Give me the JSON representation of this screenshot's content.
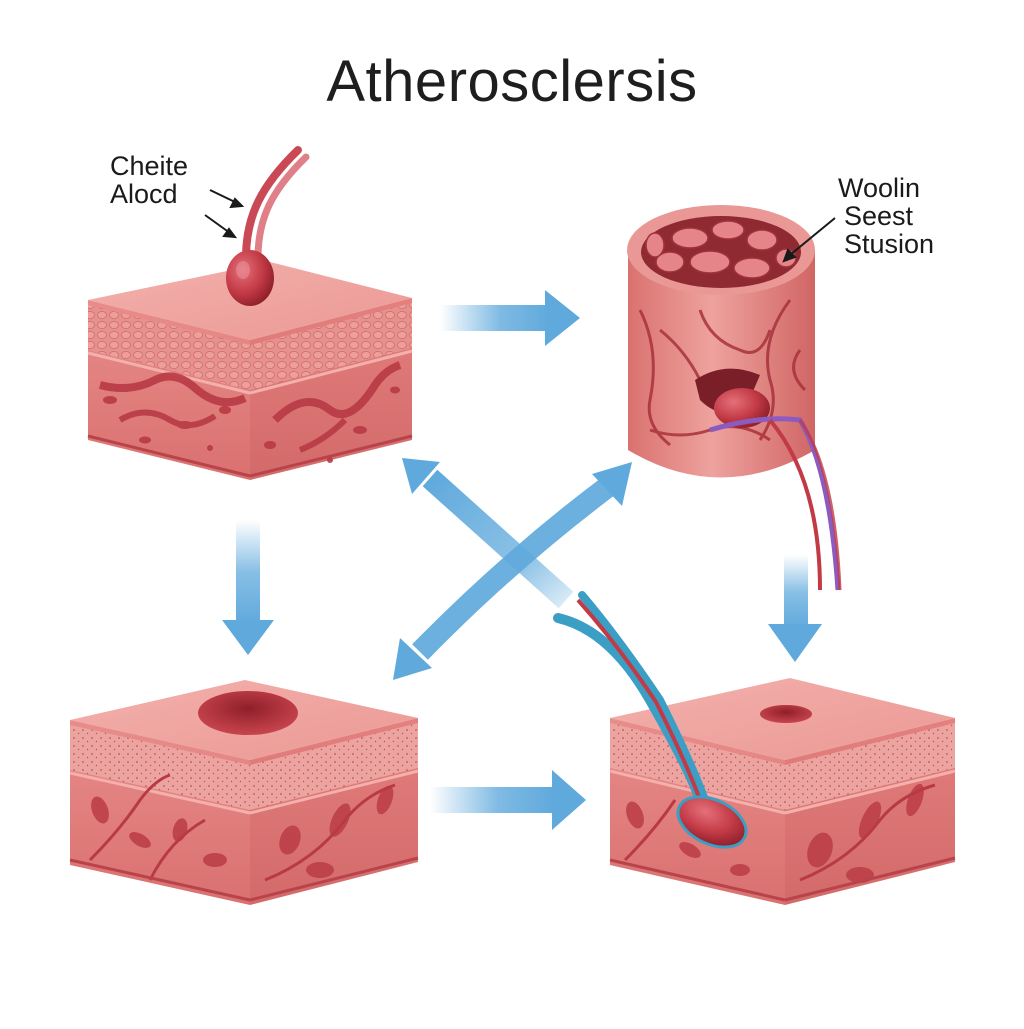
{
  "title": "Atherosclersis",
  "labels": {
    "top_left": {
      "lines": [
        "Cheite",
        "Alocd"
      ]
    },
    "top_right": {
      "lines": [
        "Woolin",
        "Seest",
        "Stusion"
      ]
    }
  },
  "stages": [
    {
      "id": "healthy-wall",
      "description": "Tissue block with vessel bulb attached on top"
    },
    {
      "id": "vessel-cross-section",
      "description": "Cylindrical artery section with cellular lumen and ruptured lesion"
    },
    {
      "id": "open-lesion-block",
      "description": "Tissue block with large opening on top"
    },
    {
      "id": "penetrating-vessel-block",
      "description": "Tissue block with small opening and penetrating vessel"
    }
  ],
  "flow": [
    {
      "from": "healthy-wall",
      "to": "vessel-cross-section",
      "direction": "right"
    },
    {
      "from": "healthy-wall",
      "to": "open-lesion-block",
      "direction": "down"
    },
    {
      "from": "vessel-cross-section",
      "to": "penetrating-vessel-block",
      "direction": "down"
    },
    {
      "from": "open-lesion-block",
      "to": "penetrating-vessel-block",
      "direction": "right"
    },
    {
      "from": "center",
      "to": "healthy-wall",
      "direction": "up-left"
    },
    {
      "from": "center",
      "to": "vessel-cross-section",
      "direction": "up-right"
    },
    {
      "from": "center",
      "to": "open-lesion-block",
      "direction": "down-left"
    }
  ],
  "colors": {
    "arrow": "#5fa9dc",
    "tissue_top": "#f0a3a0",
    "tissue_side": "#e07f7e",
    "tissue_dark": "#b5363e",
    "vessel": "#c23a45",
    "vein_purple": "#8c5bbf",
    "vein_blue": "#3b9ec4"
  }
}
